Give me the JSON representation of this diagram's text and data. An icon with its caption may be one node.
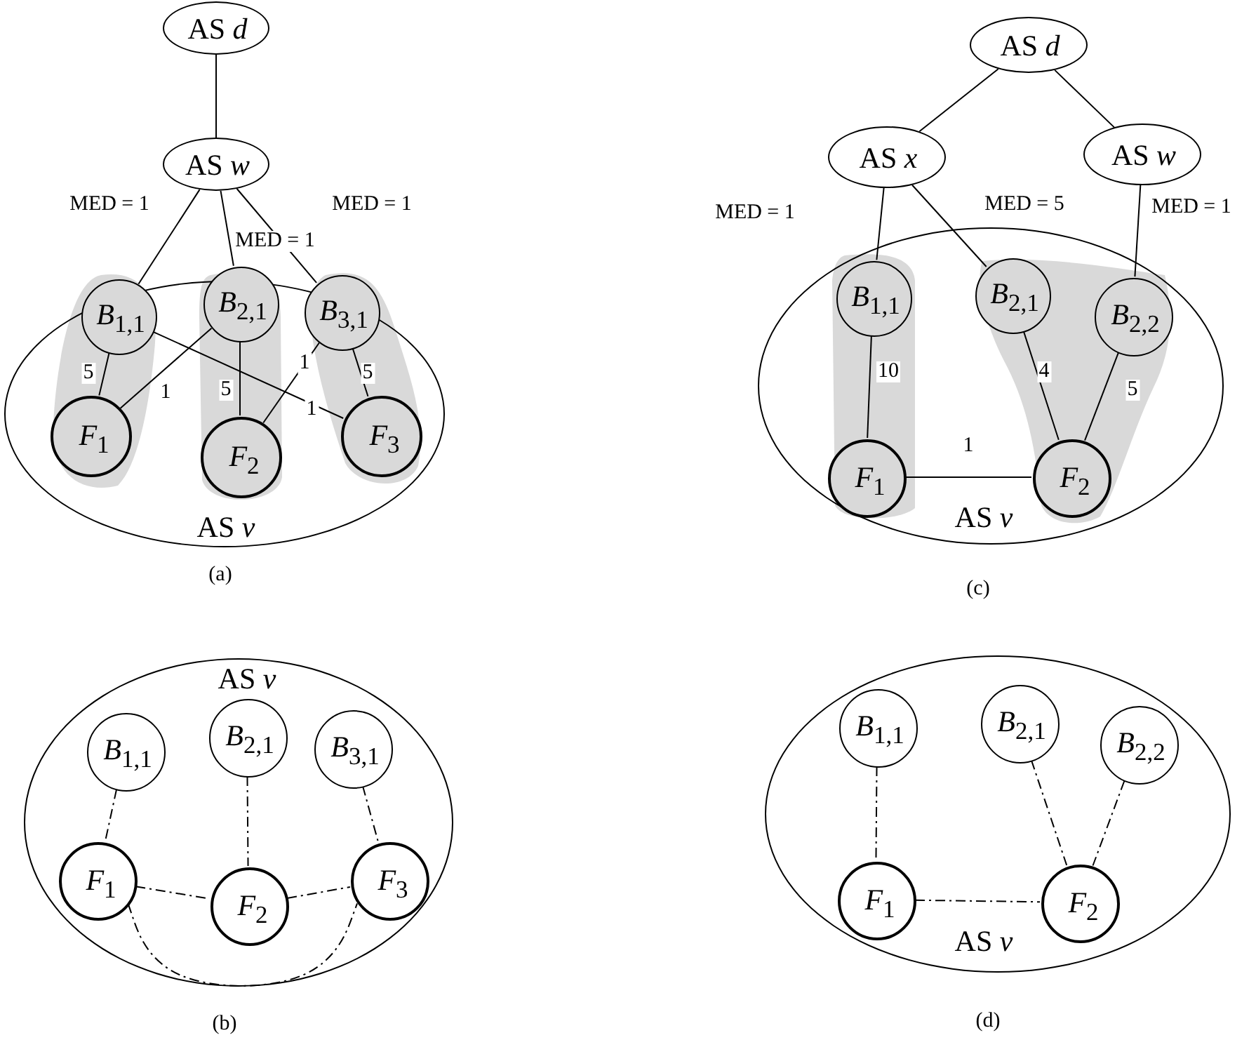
{
  "diagram": {
    "nodes": [
      {
        "text": [
          "AS *d*"
        ]
      },
      {
        "text": [
          "AS *w*"
        ]
      },
      {
        "text": [
          "AS *v*"
        ]
      },
      {
        "text": [
          "*B*$_{1,1}$"
        ],
        "in": 2
      },
      {
        "text": [
          "*B*$_{2,1}$"
        ],
        "in": 2
      },
      {
        "text": [
          "*B*$_{3,1}$"
        ],
        "in": 2
      },
      {
        "text": [
          "*F*$_{1}$"
        ],
        "in": 2
      },
      {
        "text": [
          "*F*$_{2}$"
        ],
        "in": 2
      },
      {
        "text": [
          "*F*$_{3}$"
        ],
        "in": 2
      },
      {
        "text": [
          "AS *d*"
        ]
      },
      {
        "text": [
          "AS *x*"
        ]
      },
      {
        "text": [
          "AS *w*"
        ]
      },
      {
        "text": [
          "AS *v*"
        ]
      },
      {
        "text": [
          "*B*$_{1,1}$"
        ],
        "in": 12
      },
      {
        "text": [
          "*B*$_{2,1}$"
        ],
        "in": 12
      },
      {
        "text": [
          "*B*$_{2,2}$"
        ],
        "in": 12
      },
      {
        "text": [
          "*F*$_{1}$"
        ],
        "in": 12
      },
      {
        "text": [
          "*F*$_{2}$"
        ],
        "in": 12
      },
      {
        "text": [
          "AS *v*"
        ]
      },
      {
        "text": [
          "*B*$_{1,1}$"
        ],
        "in": 18
      },
      {
        "text": [
          "*B*$_{2,1}$"
        ],
        "in": 18
      },
      {
        "text": [
          "*B*$_{3,1}$"
        ],
        "in": 18
      },
      {
        "text": [
          "*F*$_{1}$"
        ],
        "in": 18
      },
      {
        "text": [
          "*F*$_{2}$"
        ],
        "in": 18
      },
      {
        "text": [
          "*F*$_{3}$"
        ],
        "in": 18
      },
      {
        "text": [
          "AS *v*"
        ]
      },
      {
        "text": [
          "*B*$_{1,1}$"
        ],
        "in": 25
      },
      {
        "text": [
          "*B*$_{2,1}$"
        ],
        "in": 25
      },
      {
        "text": [
          "*B*$_{2,2}$"
        ],
        "in": 25
      },
      {
        "text": [
          "*F*$_{1}$"
        ],
        "in": 25
      },
      {
        "text": [
          "*F*$_{2}$"
        ],
        "in": 25
      }
    ],
    "edges": [
      {
        "from": 0,
        "to": 1,
        "arrow": "none"
      },
      {
        "from": 1,
        "to": 3,
        "arrow": "none",
        "label": "MED = 1"
      },
      {
        "from": 1,
        "to": 4,
        "arrow": "none",
        "label": "MED = 1"
      },
      {
        "from": 1,
        "to": 5,
        "arrow": "none",
        "label": "MED = 1"
      },
      {
        "from": 3,
        "to": 6,
        "arrow": "none",
        "label": "5"
      },
      {
        "from": 4,
        "to": 6,
        "arrow": "none",
        "label": "1"
      },
      {
        "from": 3,
        "to": 8,
        "arrow": "none",
        "label": "1"
      },
      {
        "from": 4,
        "to": 7,
        "arrow": "none",
        "label": "5"
      },
      {
        "from": 5,
        "to": 7,
        "arrow": "none",
        "label": "1"
      },
      {
        "from": 5,
        "to": 8,
        "arrow": "none",
        "label": "5"
      },
      {
        "from": 9,
        "to": 10,
        "arrow": "none"
      },
      {
        "from": 9,
        "to": 11,
        "arrow": "none"
      },
      {
        "from": 10,
        "to": 13,
        "arrow": "none",
        "label": "MED = 1"
      },
      {
        "from": 10,
        "to": 14,
        "arrow": "none",
        "label": "MED = 5"
      },
      {
        "from": 11,
        "to": 15,
        "arrow": "none",
        "label": "MED = 1"
      },
      {
        "from": 13,
        "to": 16,
        "arrow": "none",
        "label": "10"
      },
      {
        "from": 14,
        "to": 17,
        "arrow": "none",
        "label": "4"
      },
      {
        "from": 15,
        "to": 17,
        "arrow": "none",
        "label": "5"
      },
      {
        "from": 16,
        "to": 17,
        "arrow": "none",
        "label": "1"
      },
      {
        "from": 19,
        "to": 22,
        "arrow": "none",
        "style": "dashed"
      },
      {
        "from": 20,
        "to": 23,
        "arrow": "none",
        "style": "dashed"
      },
      {
        "from": 21,
        "to": 24,
        "arrow": "none",
        "style": "dashed"
      },
      {
        "from": 22,
        "to": 23,
        "arrow": "none",
        "style": "dashed"
      },
      {
        "from": 23,
        "to": 24,
        "arrow": "none",
        "style": "dashed"
      },
      {
        "from": 22,
        "to": 24,
        "arrow": "none",
        "style": "dashed"
      },
      {
        "from": 26,
        "to": 29,
        "arrow": "none",
        "style": "dashed"
      },
      {
        "from": 27,
        "to": 30,
        "arrow": "none",
        "style": "dashed"
      },
      {
        "from": 28,
        "to": 30,
        "arrow": "none",
        "style": "dashed"
      },
      {
        "from": 29,
        "to": 30,
        "arrow": "none",
        "style": "dashed"
      }
    ],
    "labels": [
      "(a)",
      "(c)",
      "(b)",
      "(d)"
    ]
  }
}
